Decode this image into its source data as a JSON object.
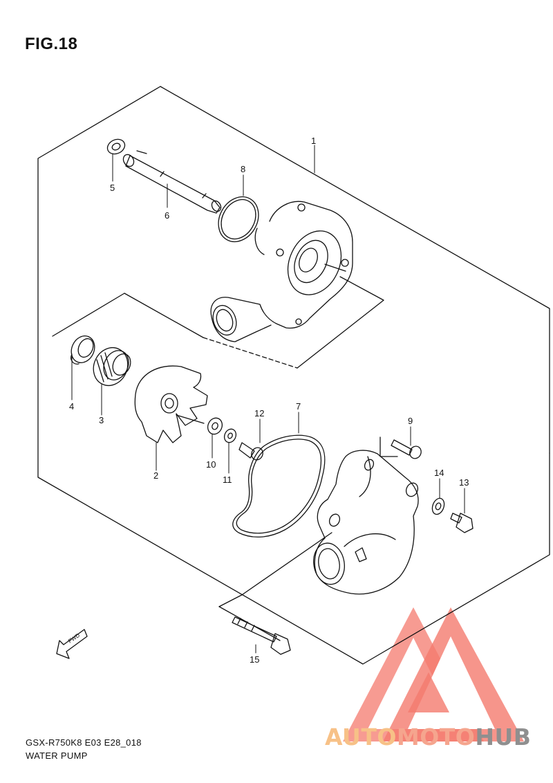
{
  "figure": {
    "title": "FIG.18"
  },
  "footer": {
    "model_code": "GSX-R750K8 E03 E28_018",
    "assembly_name": "WATER PUMP"
  },
  "fwd_badge": {
    "label": "FWD"
  },
  "watermark": {
    "part1": "AUTO",
    "part2": "MOTO",
    "part3": "HUB",
    "logo_colors": [
      "#f47a6e",
      "#f7c187",
      "#8f8f8f"
    ]
  },
  "callouts": [
    {
      "number": "1",
      "part": "water pump assembly"
    },
    {
      "number": "2",
      "part": "impeller"
    },
    {
      "number": "3",
      "part": "mechanical seal"
    },
    {
      "number": "4",
      "part": "oil seal"
    },
    {
      "number": "5",
      "part": "washer"
    },
    {
      "number": "6",
      "part": "pump shaft"
    },
    {
      "number": "7",
      "part": "cover gasket"
    },
    {
      "number": "8",
      "part": "o-ring"
    },
    {
      "number": "9",
      "part": "bolt"
    },
    {
      "number": "10",
      "part": "washer"
    },
    {
      "number": "11",
      "part": "washer"
    },
    {
      "number": "12",
      "part": "impeller bolt"
    },
    {
      "number": "13",
      "part": "drain bolt"
    },
    {
      "number": "14",
      "part": "gasket"
    },
    {
      "number": "15",
      "part": "long bolt"
    }
  ]
}
